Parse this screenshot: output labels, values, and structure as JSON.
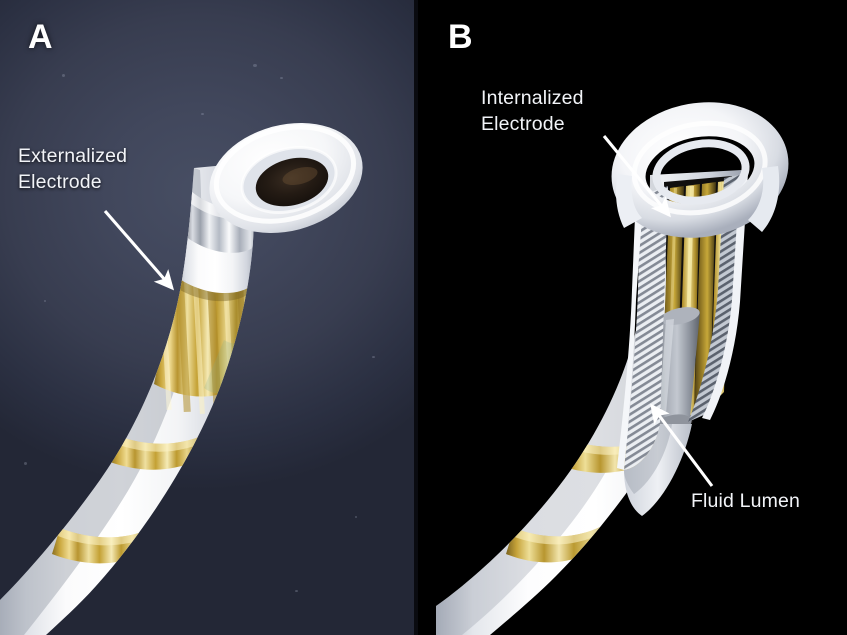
{
  "figure": {
    "type": "scientific-illustration",
    "subject": "Catheter tip electrode configurations",
    "background_panel_a": "#3c4257",
    "background_panel_b": "#000000",
    "accent_gold": "#c9a33a",
    "accent_silver": "#c8ccd4",
    "accent_white": "#f2f3f5",
    "label_color": "#f2f4f8"
  },
  "panels": [
    {
      "id": "A",
      "letter": "A",
      "background": "#3c4257",
      "callouts": [
        {
          "id": "externalized-electrode",
          "text": "Externalized\nElectrode",
          "arrow": {
            "from": [
              105,
              211
            ],
            "to": [
              176,
              292
            ]
          }
        }
      ]
    },
    {
      "id": "B",
      "letter": "B",
      "background": "#000000",
      "callouts": [
        {
          "id": "internalized-electrode",
          "text": "Internalized\nElectrode",
          "arrow": {
            "from": [
              604,
              136
            ],
            "to": [
              673,
              219
            ]
          }
        },
        {
          "id": "fluid-lumen",
          "text": "Fluid Lumen",
          "arrow": {
            "from": [
              712,
              486
            ],
            "to": [
              648,
              402
            ]
          }
        }
      ]
    }
  ],
  "components": {
    "tip_rim": "white polymer rounded tip rim",
    "lumen_opening": "dark central lumen bore",
    "silver_band": "metallic silver marker band",
    "gold_electrode_band": "wide gold externalized electrode band",
    "gold_ring_bands": "thin gold marker rings on shaft",
    "hatched_cutaway": "cross-sectioned catheter wall shown with diagonal hatching",
    "internal_gold_strips": "internalized gold electrode strips inside lumen",
    "fluid_lumen_channel": "gray cylindrical fluid lumen channel"
  }
}
